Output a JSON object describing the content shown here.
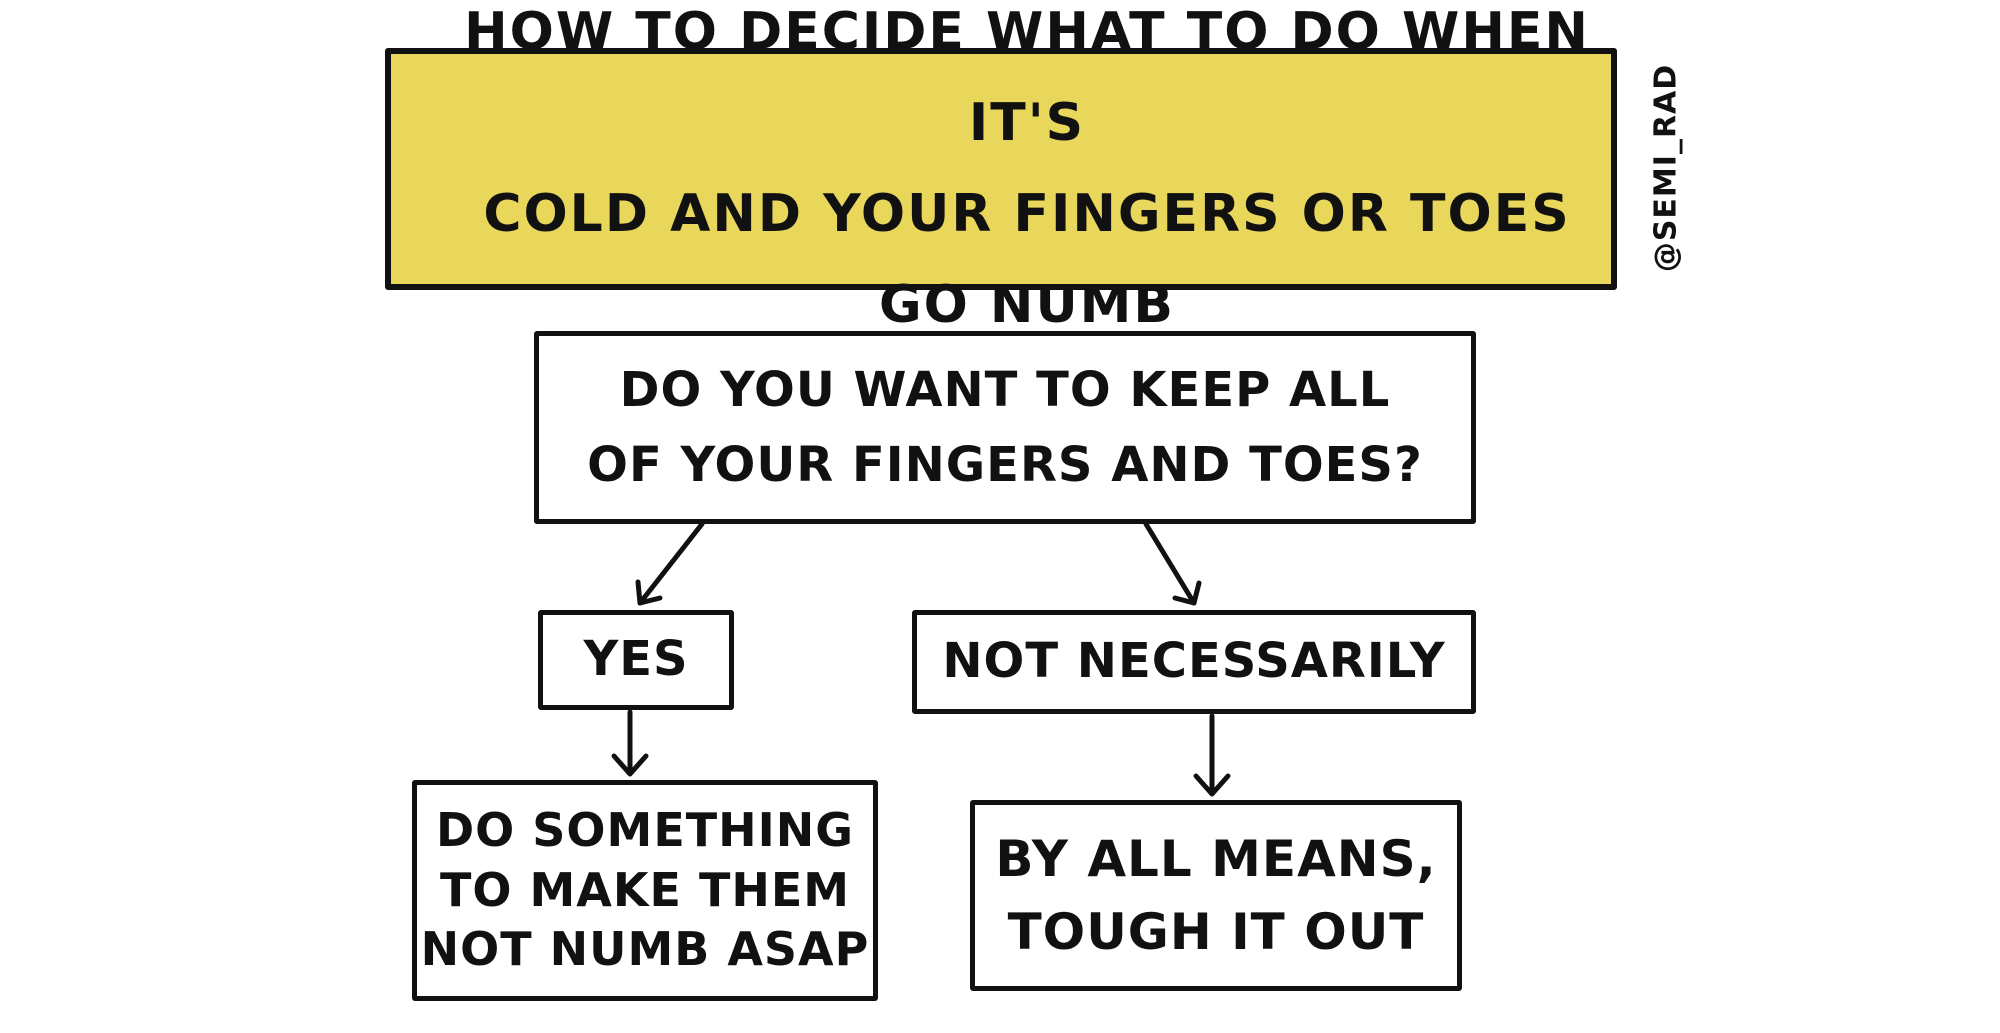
{
  "title": {
    "line1": "HOW TO DECIDE WHAT TO DO WHEN IT'S",
    "line2": "COLD AND YOUR FINGERS OR TOES GO NUMB"
  },
  "watermark": "@SEMI_RAD",
  "question": {
    "line1": "DO YOU WANT TO KEEP ALL",
    "line2": "OF YOUR FINGERS AND TOES?"
  },
  "answers": {
    "yes": "YES",
    "no": "NOT NECESSARILY"
  },
  "outcomes": {
    "yes": {
      "line1": "DO SOMETHING",
      "line2": "TO MAKE THEM",
      "line3": "NOT NUMB ASAP"
    },
    "no": {
      "line1": "BY ALL MEANS,",
      "line2": "TOUGH IT OUT"
    }
  },
  "colors": {
    "title_background": "#e9d75c",
    "ink": "#111111",
    "background": "#ffffff"
  }
}
